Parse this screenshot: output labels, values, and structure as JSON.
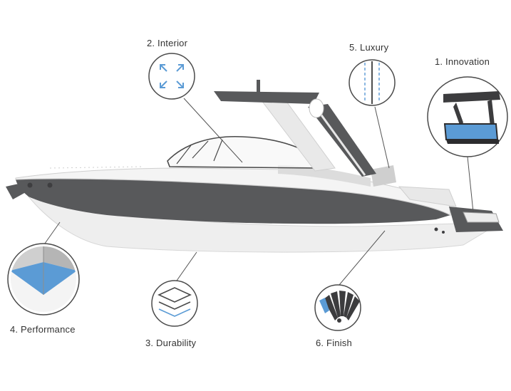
{
  "features": [
    {
      "id": "interior",
      "label": "2. Interior",
      "icon": "expand-arrows-icon"
    },
    {
      "id": "luxury",
      "label": "5. Luxury",
      "icon": "seam-lines-icon"
    },
    {
      "id": "innovation",
      "label": "1. Innovation",
      "icon": "tower-top-icon"
    },
    {
      "id": "performance",
      "label": "4. Performance",
      "icon": "hull-section-icon"
    },
    {
      "id": "durability",
      "label": "3. Durability",
      "icon": "layers-icon"
    },
    {
      "id": "finish",
      "label": "6. Finish",
      "icon": "color-swatch-fan-icon"
    }
  ],
  "colors": {
    "hull": "#58595b",
    "deck": "#f2f2f2",
    "accent": "#5b9bd5",
    "outline": "#444444",
    "leader": "#555555"
  }
}
